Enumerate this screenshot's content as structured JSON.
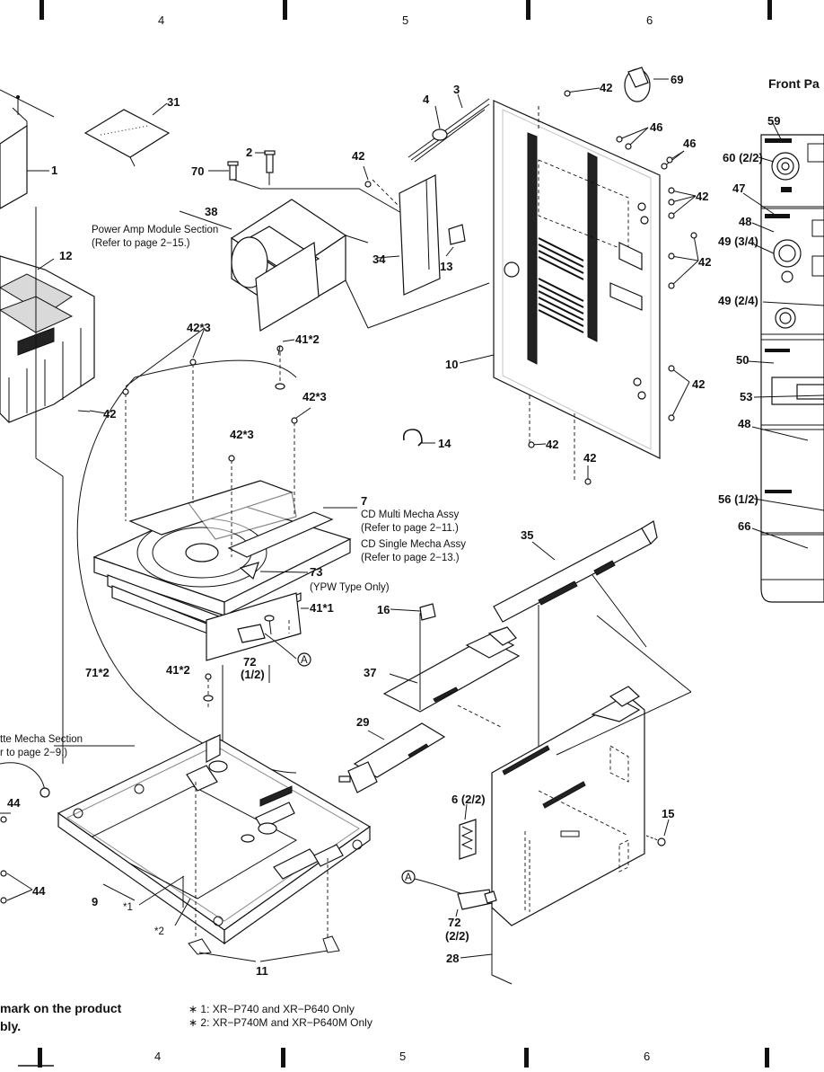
{
  "header": {
    "column_numbers": [
      "4",
      "5",
      "6"
    ]
  },
  "section_heading": "Front Pa",
  "parts": {
    "p31": "31",
    "p1": "1",
    "p12": "12",
    "p42_left": "42",
    "p2": "2",
    "p70": "70",
    "p38": "38",
    "p4": "4",
    "p3": "3",
    "p42_top": "42",
    "p69": "69",
    "p46_a": "46",
    "p46_b": "46",
    "p42_upper": "42",
    "p42_r1": "42",
    "p42_r2": "42",
    "p34": "34",
    "p13": "13",
    "p10": "10",
    "p42_r3": "42",
    "p14": "14",
    "p42_mid": "42",
    "p42_low": "42",
    "p42s3_a": "42*3",
    "p41s2_a": "41*2",
    "p42s3_b": "42*3",
    "p42s3_c": "42*3",
    "p7": "7",
    "p73": "73",
    "p41s1": "41*1",
    "p72_a": "72",
    "p72_a_frac": "(1/2)",
    "p71s2": "71*2",
    "p41s2_b": "41*2",
    "p35": "35",
    "p16": "16",
    "p37": "37",
    "p29": "29",
    "p6": "6 (2/2)",
    "p15": "15",
    "p72_b": "72",
    "p72_b_frac": "(2/2)",
    "p28": "28",
    "p44_a": "44",
    "p44_b": "44",
    "p9": "9",
    "p11": "11",
    "star1_mark": "*1",
    "star2_mark": "*2",
    "circle_a1": "A",
    "circle_a2": "A",
    "p59": "59",
    "p60": "60 (2/2)",
    "p47": "47",
    "p48_a": "48",
    "p49_a": "49 (3/4)",
    "p49_b": "49 (2/4)",
    "p50": "50",
    "p53": "53",
    "p48_b": "48",
    "p56": "56 (1/2)",
    "p66": "66"
  },
  "annotations": {
    "power_amp_line1": "Power Amp Module Section",
    "power_amp_line2": "(Refer to page 2−15.)",
    "cd_multi_line1": "CD Multi Mecha Assy",
    "cd_multi_line2": "(Refer to page 2−11.)",
    "cd_single_line1": "CD Single Mecha Assy",
    "cd_single_line2": "(Refer to page 2−13.)",
    "ypw_note": "(YPW Type Only)",
    "cassette_line1": "tte Mecha Section",
    "cassette_line2": "r to page 2−9.)"
  },
  "footer": {
    "left_line1": "mark on the product",
    "left_line2": "bly.",
    "note1": "∗ 1: XR−P740 and XR−P640 Only",
    "note2": "∗ 2: XR−P740M and XR−P640M Only"
  }
}
